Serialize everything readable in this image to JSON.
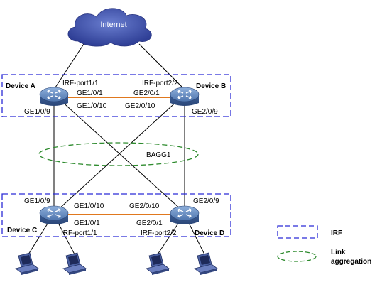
{
  "cloud": {
    "label": "Internet"
  },
  "devices": {
    "a": "Device A",
    "b": "Device B",
    "c": "Device C",
    "d": "Device D"
  },
  "ports": {
    "a_irf": "IRF-port1/1",
    "b_irf": "IRF-port2/2",
    "a_ge1": "GE1/0/1",
    "b_ge1": "GE2/0/1",
    "a_ge10": "GE1/0/10",
    "b_ge10": "GE2/0/10",
    "a_ge9": "GE1/0/9",
    "b_ge9": "GE2/0/9",
    "c_ge9": "GE1/0/9",
    "d_ge9": "GE2/0/9",
    "c_ge10": "GE1/0/10",
    "d_ge10": "GE2/0/10",
    "c_ge1": "GE1/0/1",
    "d_ge1": "GE2/0/1",
    "c_irf": "IRF-port1/1",
    "d_irf": "IRF-port2/2"
  },
  "aggregation": {
    "label": "BAGG1"
  },
  "legend": {
    "irf": "IRF",
    "link_line1": "Link",
    "link_line2": "aggregation"
  },
  "colors": {
    "cloud": "#3d4fa8",
    "irf_box": "#2b2bd6",
    "agg_ellipse": "#2e8b2e",
    "irf_link": "#e0781e",
    "switch": "#5a7fb5"
  }
}
